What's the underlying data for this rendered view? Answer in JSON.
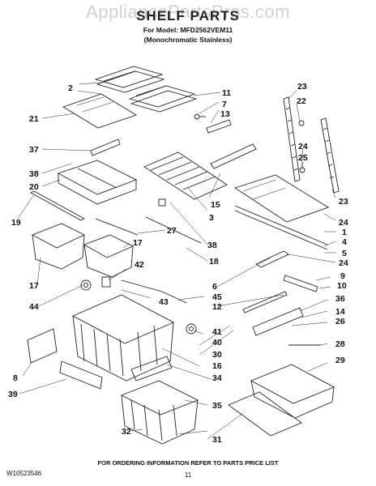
{
  "header": {
    "watermark": "AppliancePartsPros.com",
    "title": "SHELF PARTS",
    "model_line": "For Model: MFD2562VEM11",
    "variant_line": "(Monochromatic Stainless)"
  },
  "callouts": [
    "2",
    "11",
    "7",
    "13",
    "21",
    "23",
    "22",
    "37",
    "24",
    "25",
    "38",
    "20",
    "15",
    "3",
    "23",
    "24",
    "1",
    "19",
    "27",
    "4",
    "5",
    "17",
    "38",
    "24",
    "18",
    "9",
    "17",
    "42",
    "6",
    "10",
    "12",
    "36",
    "44",
    "45",
    "43",
    "41",
    "14",
    "26",
    "40",
    "28",
    "30",
    "16",
    "29",
    "8",
    "34",
    "39",
    "35",
    "32",
    "31"
  ],
  "footer": {
    "doc_number": "W10523546",
    "ordering_note": "FOR ORDERING INFORMATION REFER TO PARTS PRICE LIST",
    "page_number": "11"
  }
}
